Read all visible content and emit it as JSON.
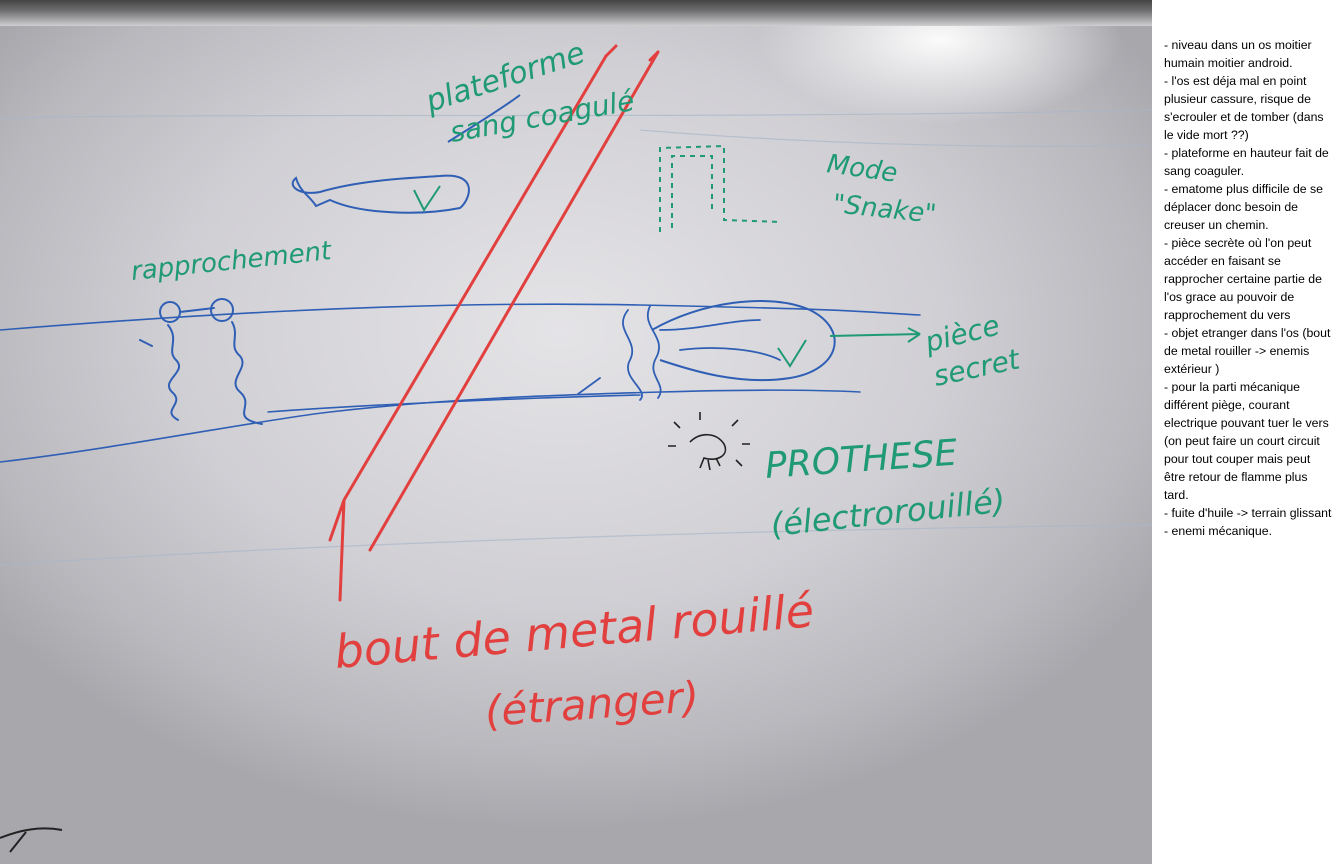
{
  "whiteboard": {
    "labels": {
      "plateforme": "plateforme",
      "sang_coagule": "sang coagulé",
      "mode": "Mode",
      "snake": "\"Snake\"",
      "rapprochement": "rapprochement",
      "piece": "pièce",
      "secret": "secret",
      "prothese": "PROTHESE",
      "electrocute": "(électrorouillé)",
      "bout_de_metal": "bout de metal rouillé",
      "etranger": "(étranger)"
    },
    "colors": {
      "blue_marker": "#2f5fb5",
      "green_marker": "#1f9a73",
      "red_marker": "#e2403f",
      "black_marker": "#222222"
    }
  },
  "notes": {
    "lines": [
      "- niveau dans un os moitier humain moitier android.",
      "- l'os est déja mal en point plusieur cassure, risque de s'ecrouler et de tomber (dans le vide mort ??)",
      "- plateforme en hauteur fait de sang coaguler.",
      "- ematome plus difficile de se déplacer donc besoin de creuser un chemin.",
      "- pièce secrète où l'on peut accéder en faisant se rapprocher certaine partie de l'os grace au pouvoir de rapprochement du vers",
      "- objet etranger dans l'os (bout de metal rouiller -> enemis extérieur )",
      "- pour la parti mécanique différent piège, courant electrique pouvant tuer le vers (on peut faire un court circuit pour tout couper mais peut être retour de flamme plus tard.",
      "- fuite d'huile -> terrain glissant",
      "- enemi mécanique."
    ]
  }
}
